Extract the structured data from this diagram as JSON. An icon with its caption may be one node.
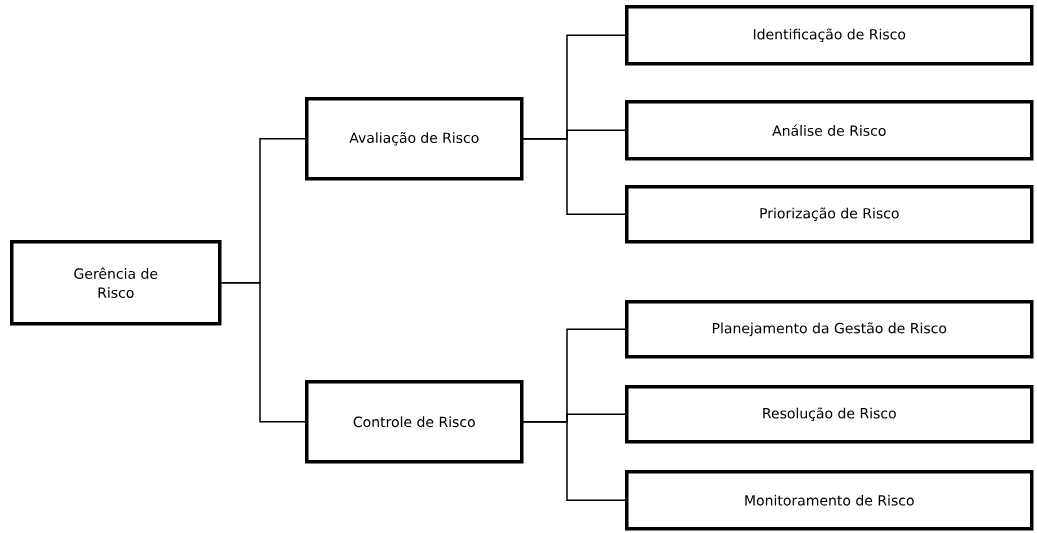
{
  "diagram": {
    "nodes": [
      {
        "text": [
          "Gerência de Risco"
        ]
      },
      {
        "text": [
          "Avaliação de Risco"
        ]
      },
      {
        "text": [
          "Identificação de Risco"
        ]
      },
      {
        "text": [
          "Análise de Risco"
        ]
      },
      {
        "text": [
          "Priorização de Risco"
        ]
      },
      {
        "text": [
          "Controle de Risco"
        ]
      },
      {
        "text": [
          "Planejamento da Gestão de Risco"
        ]
      },
      {
        "text": [
          "Resolução de Risco"
        ]
      },
      {
        "text": [
          "Monitoramento de Risco"
        ]
      }
    ],
    "edges": [
      {
        "from": 0,
        "to": 1,
        "arrow": "none"
      },
      {
        "from": 0,
        "to": 5,
        "arrow": "none"
      },
      {
        "from": 1,
        "to": 2,
        "arrow": "none"
      },
      {
        "from": 1,
        "to": 3,
        "arrow": "none"
      },
      {
        "from": 1,
        "to": 4,
        "arrow": "none"
      },
      {
        "from": 5,
        "to": 6,
        "arrow": "none"
      },
      {
        "from": 5,
        "to": 7,
        "arrow": "none"
      },
      {
        "from": 5,
        "to": 8,
        "arrow": "none"
      }
    ]
  }
}
